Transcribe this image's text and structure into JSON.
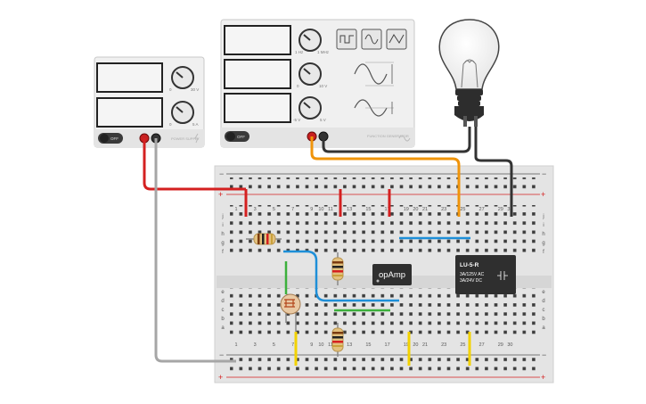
{
  "power_supply": {
    "switch_label": "OFF",
    "knob1_marks": [
      "0",
      "30 V"
    ],
    "knob2_marks": [
      "0",
      "5 A"
    ],
    "brand": "POWER SUPPLY"
  },
  "function_generator": {
    "switch_label": "OFF",
    "knob1_marks": [
      "1 Hz",
      "1 MHz"
    ],
    "knob2_marks": [
      "0",
      "10 V"
    ],
    "knob3_marks": [
      "-5 V",
      "5 V"
    ],
    "brand": "FUNCTION GENERATOR",
    "waveforms": [
      "square-wave-icon",
      "sine-wave-icon",
      "triangle-wave-icon"
    ]
  },
  "bulb": {
    "name": "lightbulb"
  },
  "breadboard": {
    "columns": [
      "1",
      "2",
      "3",
      "4",
      "5",
      "6",
      "7",
      "8",
      "9",
      "10",
      "11",
      "12",
      "13",
      "14",
      "15",
      "16",
      "17",
      "18",
      "19",
      "20",
      "21",
      "22",
      "23",
      "24",
      "25",
      "26",
      "27",
      "28",
      "29",
      "30"
    ],
    "column_labels_shown": [
      "1",
      "5",
      "10",
      "15",
      "20",
      "25",
      "30"
    ],
    "rows_top": [
      "j",
      "i",
      "h",
      "g",
      "f"
    ],
    "rows_bottom": [
      "e",
      "d",
      "c",
      "b",
      "a"
    ],
    "rail_plus": "+",
    "rail_minus": "−"
  },
  "opamp": {
    "label": "opAmp"
  },
  "relay": {
    "model": "LU-5-R",
    "rating1": "3A/125V AC",
    "rating2": "3A/24V DC"
  },
  "colors": {
    "wire_red": "#d42020",
    "wire_black": "#333333",
    "wire_orange": "#f0940a",
    "wire_gray": "#a6a6a6",
    "wire_blue": "#1e8fd8",
    "wire_green": "#3cb03c",
    "wire_yellow": "#f2d200"
  }
}
